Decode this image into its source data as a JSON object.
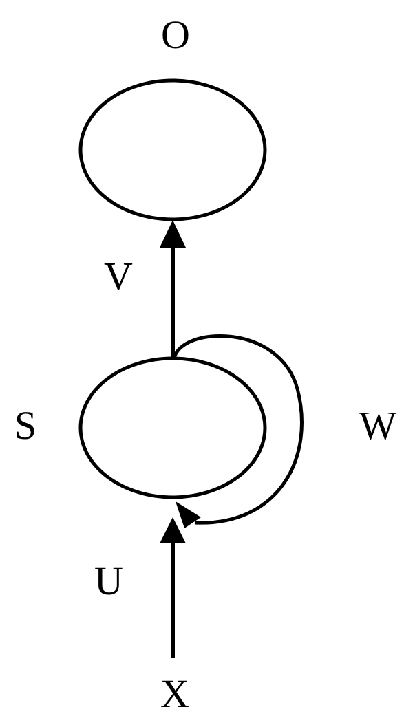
{
  "diagram": {
    "labels": {
      "output": "O",
      "v": "V",
      "state": "S",
      "w": "W",
      "u": "U",
      "input": "X"
    },
    "nodes": [
      {
        "id": "output-node",
        "label": "O"
      },
      {
        "id": "state-node",
        "label": "S"
      }
    ],
    "edges": [
      {
        "from": "X",
        "to": "S",
        "label": "U"
      },
      {
        "from": "S",
        "to": "O",
        "label": "V"
      },
      {
        "from": "S",
        "to": "S",
        "label": "W"
      }
    ],
    "colors": {
      "stroke": "#000000",
      "background": "#ffffff"
    }
  }
}
